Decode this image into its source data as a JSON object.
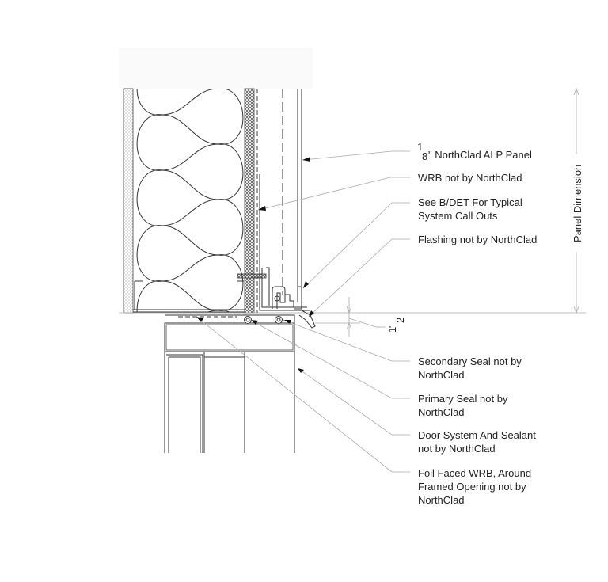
{
  "drawing": {
    "callouts": [
      {
        "id": "panel",
        "lines": [
          "\" NorthClad ALP Panel"
        ],
        "fraction": {
          "num": "1",
          "den": "8"
        }
      },
      {
        "id": "wrb",
        "lines": [
          "WRB not by NorthClad"
        ]
      },
      {
        "id": "see-b-det",
        "lines": [
          "See B/DET For Typical",
          "System Call Outs"
        ]
      },
      {
        "id": "flashing",
        "lines": [
          "Flashing not by NorthClad"
        ]
      },
      {
        "id": "secondary-seal",
        "lines": [
          "Secondary Seal not by",
          "NorthClad"
        ]
      },
      {
        "id": "primary-seal",
        "lines": [
          "Primary Seal not by",
          "NorthClad"
        ]
      },
      {
        "id": "door-system",
        "lines": [
          "Door System And Sealant",
          "not by NorthClad"
        ]
      },
      {
        "id": "foil-wrb",
        "lines": [
          "Foil Faced WRB, Around",
          "Framed Opening not by",
          "NorthClad"
        ]
      }
    ],
    "dimensions": {
      "panel": "Panel Dimension",
      "gap": {
        "num": "1",
        "den": "2",
        "unit": "\""
      }
    },
    "colors": {
      "line": "#333333",
      "leader": "#aaaaaa",
      "text": "#222222"
    }
  }
}
